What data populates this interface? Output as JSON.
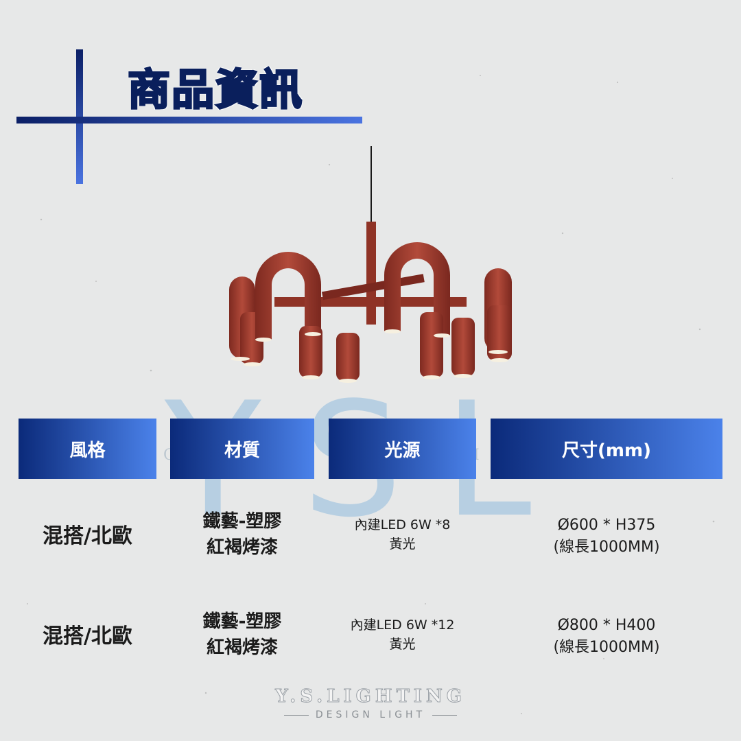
{
  "title": "商品資訊",
  "watermark": {
    "big": "YSL",
    "small_left": "C",
    "small_mid": "Y",
    "small_right": "I"
  },
  "colors": {
    "header_start": "#0b2a7a",
    "header_end": "#4b82ea",
    "lamp": "#9b3a2e",
    "title": "#1a4fc8"
  },
  "table": {
    "headers": [
      "風格",
      "材質",
      "光源",
      "尺寸(mm)"
    ],
    "rows": [
      {
        "style": "混搭/北歐",
        "material_1": "鐵藝-塑膠",
        "material_2": "紅褐烤漆",
        "light_1": "內建LED 6W *8",
        "light_2": "黃光",
        "size_1": "Ø600 * H375",
        "size_2": "(線長1000MM)"
      },
      {
        "style": "混搭/北歐",
        "material_1": "鐵藝-塑膠",
        "material_2": "紅褐烤漆",
        "light_1": "內建LED 6W *12",
        "light_2": "黃光",
        "size_1": "Ø800 * H400",
        "size_2": "(線長1000MM)"
      }
    ]
  },
  "footer": {
    "brand": "Y.S.LIGHTING",
    "tagline": "DESIGN LIGHT"
  }
}
